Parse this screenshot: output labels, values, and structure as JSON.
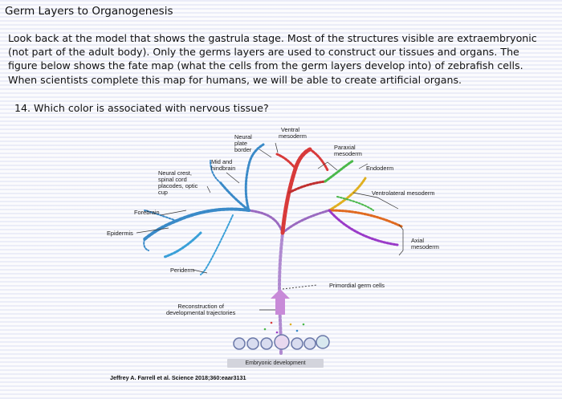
{
  "header": {
    "title": "Germ Layers to Organogenesis"
  },
  "body": {
    "lines": [
      "Look back at the model that shows the gastrula stage. Most of the structures visible are extraembryonic",
      "(not part of the adult body). Only the germs layers are used to construct our tissues and organs. The",
      "figure below shows the fate map (what the cells from the germ layers develop into) of zebrafish cells.",
      "When scientists complete this map for humans, we will be able to create artificial organs."
    ],
    "question": "14. Which color is associated with nervous tissue?"
  },
  "figure": {
    "labels": {
      "neural_plate_border": [
        "Neural",
        "plate",
        "border"
      ],
      "ventral_mesoderm": [
        "Ventral",
        "mesoderm"
      ],
      "paraxial_mesoderm": [
        "Paraxial",
        "mesoderm"
      ],
      "mid_hindbrain": [
        "Mid and",
        "hindbrain"
      ],
      "endoderm": "Endoderm",
      "neural_crest": [
        "Neural crest,",
        "spinal cord",
        "placodes, optic",
        "cup"
      ],
      "ventrolateral_mesoderm": "Ventrolateral mesoderm",
      "forebrain": "Forebrain",
      "epidermis": "Epidermis",
      "axial_mesoderm": [
        "Axial",
        "mesoderm"
      ],
      "periderm": "Periderm",
      "primordial_germ_cells": "Primordial germ cells",
      "reconstruction": [
        "Reconstruction of",
        "developmental trajectories"
      ],
      "embryonic_development": "Embryonic development",
      "citation": "Jeffrey A. Farrell et al. Science 2018;360:eaar3131"
    },
    "colors": {
      "neural": "#3a8ac8",
      "epidermis": "#3aa0d8",
      "mesoderm": "#d83a3a",
      "endoderm": "#e0b020",
      "axial": "#9a3ac8",
      "green": "#4ab84a",
      "trunk": "#b08ad0"
    }
  }
}
